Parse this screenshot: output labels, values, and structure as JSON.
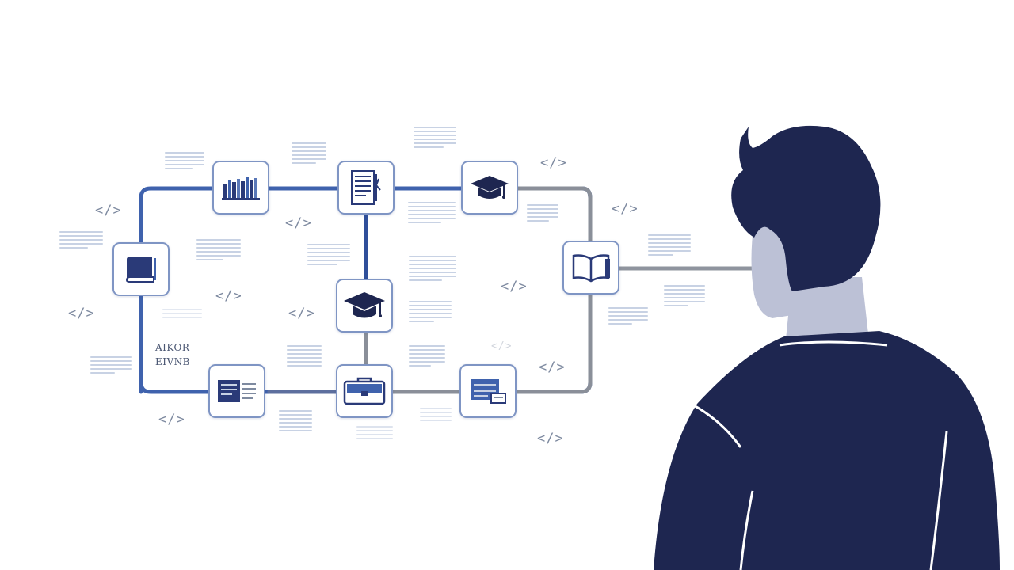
{
  "diagram": {
    "code_tags": [
      "</>",
      "</>",
      "</>",
      "</>",
      "</>",
      "</>",
      "</>",
      "</>",
      "</>",
      "</>",
      "</>",
      "</>",
      "</>",
      "</>"
    ],
    "box_label": {
      "line1": "AIKOR",
      "line2": "EIVNB"
    },
    "nodes": [
      {
        "id": "books-shelf",
        "icon": "books-icon"
      },
      {
        "id": "document-list",
        "icon": "document-icon"
      },
      {
        "id": "graduation-top",
        "icon": "graduation-cap-icon"
      },
      {
        "id": "book-left",
        "icon": "book-icon"
      },
      {
        "id": "graduation-center",
        "icon": "graduation-cap-icon"
      },
      {
        "id": "open-book-right",
        "icon": "open-book-icon"
      },
      {
        "id": "text-card",
        "icon": "text-card-icon"
      },
      {
        "id": "briefcase",
        "icon": "briefcase-icon"
      },
      {
        "id": "id-card",
        "icon": "id-card-icon"
      }
    ],
    "colors": {
      "connector_blue": "#3f62ad",
      "connector_gray": "#8a8f99",
      "node_border": "#7f95c4",
      "icon_navy": "#2a3a78",
      "person_navy": "#1e2650",
      "skin": "#bcc1d6"
    }
  }
}
